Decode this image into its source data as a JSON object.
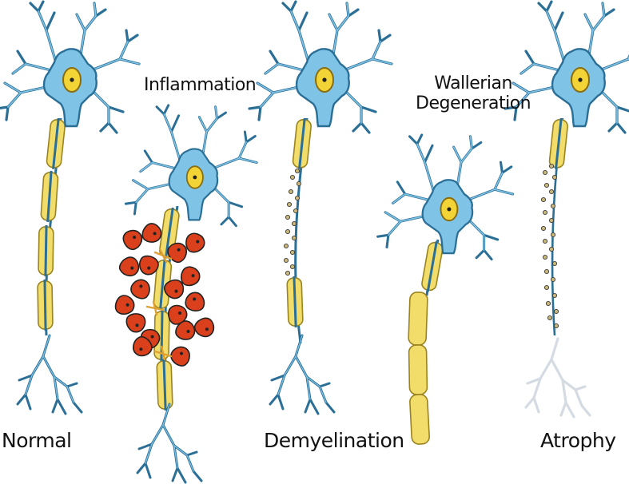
{
  "labels": {
    "normal": "Normal",
    "inflammation": "Inflammation",
    "demyelination": "Demyelination",
    "wallerian_line1": "Wallerian",
    "wallerian_line2": "Degeneration",
    "atrophy": "Atrophy"
  },
  "colors": {
    "neuron_fill": "#7fc4e6",
    "neuron_stroke": "#2b6f97",
    "nucleus": "#f2d437",
    "myelin": "#f3dd6a",
    "myelin_stroke": "#9a8420",
    "inflammatory_cell": "#d9401b",
    "debris": "#c9b779",
    "faded_terminal": "#d5dbe2"
  }
}
